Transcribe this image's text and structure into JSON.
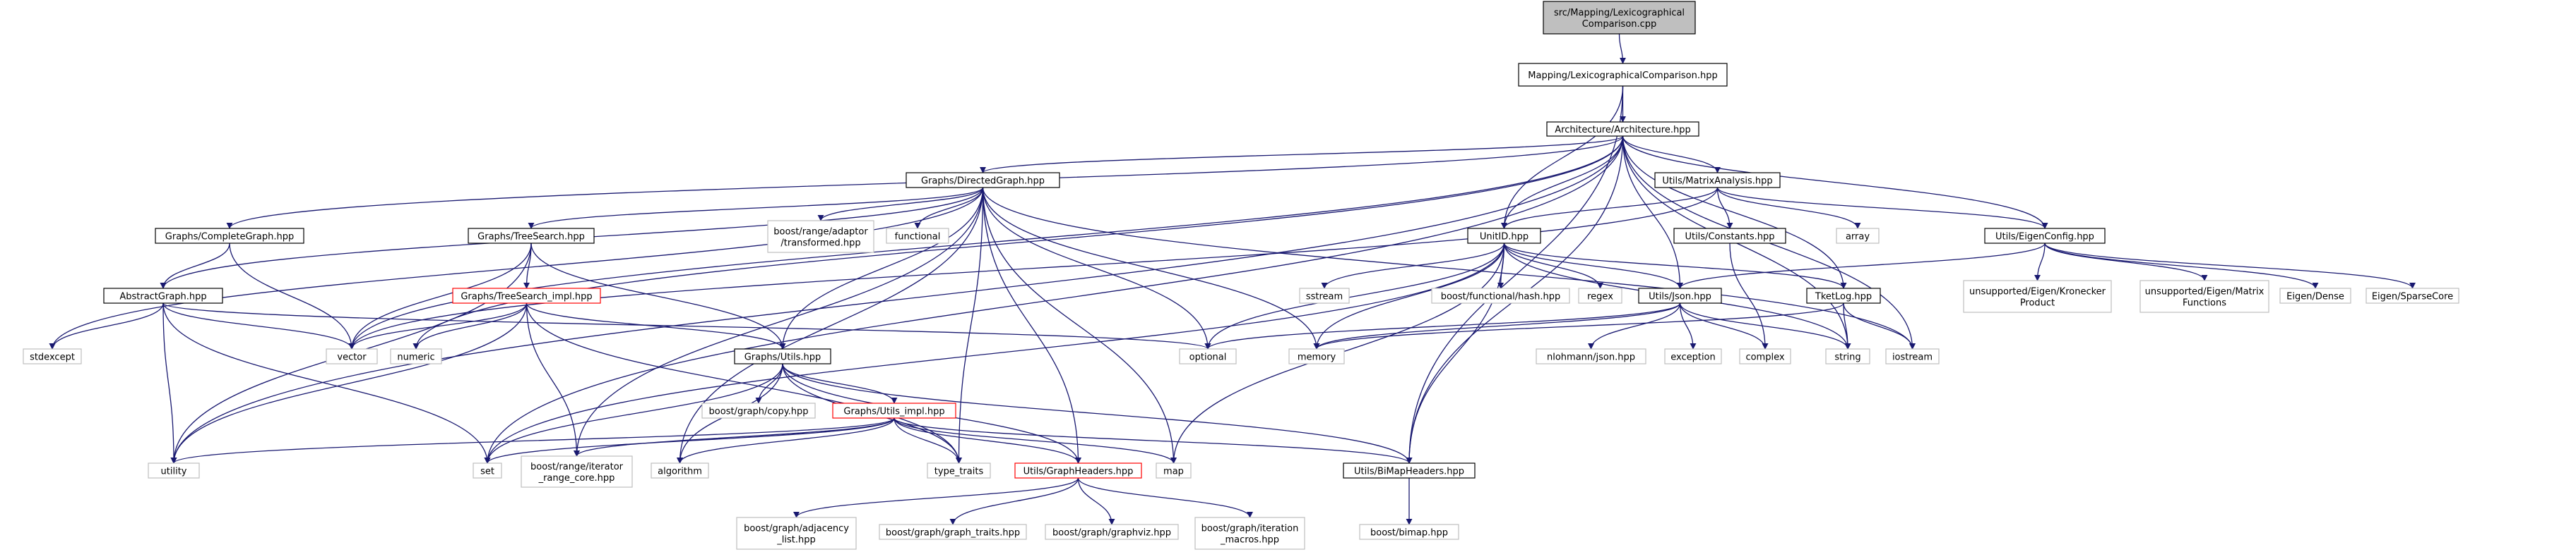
{
  "colors": {
    "root_fill": "#bfbfbf",
    "normal_fill": "#ffffff",
    "normal_border": "#000000",
    "unlinked_border": "#bfbfbf",
    "truncated_border": "#ff0000",
    "edge": "#191970"
  },
  "nodes": [
    {
      "id": "root",
      "style": "root",
      "lines": [
        "src/Mapping/Lexicographical",
        "Comparison.cpp"
      ]
    },
    {
      "id": "lexcmp",
      "style": "normal",
      "lines": [
        "Mapping/LexicographicalComparison.hpp"
      ]
    },
    {
      "id": "arch",
      "style": "normal",
      "lines": [
        "Architecture/Architecture.hpp"
      ]
    },
    {
      "id": "directed",
      "style": "normal",
      "lines": [
        "Graphs/DirectedGraph.hpp"
      ]
    },
    {
      "id": "matrix",
      "style": "normal",
      "lines": [
        "Utils/MatrixAnalysis.hpp"
      ]
    },
    {
      "id": "complete",
      "style": "normal",
      "lines": [
        "Graphs/CompleteGraph.hpp"
      ]
    },
    {
      "id": "treesearch",
      "style": "normal",
      "lines": [
        "Graphs/TreeSearch.hpp"
      ]
    },
    {
      "id": "rangeadaptor",
      "style": "unlinked",
      "lines": [
        "boost/range/adaptor",
        "/transformed.hpp"
      ]
    },
    {
      "id": "functional",
      "style": "unlinked",
      "lines": [
        "functional"
      ]
    },
    {
      "id": "unitid",
      "style": "normal",
      "lines": [
        "UnitID.hpp"
      ]
    },
    {
      "id": "constants",
      "style": "normal",
      "lines": [
        "Utils/Constants.hpp"
      ]
    },
    {
      "id": "array",
      "style": "unlinked",
      "lines": [
        "array"
      ]
    },
    {
      "id": "eigenconfig",
      "style": "normal",
      "lines": [
        "Utils/EigenConfig.hpp"
      ]
    },
    {
      "id": "abstract",
      "style": "normal",
      "lines": [
        "AbstractGraph.hpp"
      ]
    },
    {
      "id": "treesearchimpl",
      "style": "truncated",
      "lines": [
        "Graphs/TreeSearch_impl.hpp"
      ]
    },
    {
      "id": "sstream",
      "style": "unlinked",
      "lines": [
        "sstream"
      ]
    },
    {
      "id": "hash",
      "style": "unlinked",
      "lines": [
        "boost/functional/hash.hpp"
      ]
    },
    {
      "id": "regex",
      "style": "unlinked",
      "lines": [
        "regex"
      ]
    },
    {
      "id": "json",
      "style": "normal",
      "lines": [
        "Utils/Json.hpp"
      ]
    },
    {
      "id": "tketlog",
      "style": "normal",
      "lines": [
        "TketLog.hpp"
      ]
    },
    {
      "id": "kronecker",
      "style": "unlinked",
      "lines": [
        "unsupported/Eigen/Kronecker",
        "Product"
      ]
    },
    {
      "id": "matrixfn",
      "style": "unlinked",
      "lines": [
        "unsupported/Eigen/Matrix",
        "Functions"
      ]
    },
    {
      "id": "eigendense",
      "style": "unlinked",
      "lines": [
        "Eigen/Dense"
      ]
    },
    {
      "id": "eigensparse",
      "style": "unlinked",
      "lines": [
        "Eigen/SparseCore"
      ]
    },
    {
      "id": "stdexcept",
      "style": "unlinked",
      "lines": [
        "stdexcept"
      ]
    },
    {
      "id": "vector",
      "style": "unlinked",
      "lines": [
        "vector"
      ]
    },
    {
      "id": "numeric",
      "style": "unlinked",
      "lines": [
        "numeric"
      ]
    },
    {
      "id": "graphsutils",
      "style": "normal",
      "lines": [
        "Graphs/Utils.hpp"
      ]
    },
    {
      "id": "optional",
      "style": "unlinked",
      "lines": [
        "optional"
      ]
    },
    {
      "id": "memory",
      "style": "unlinked",
      "lines": [
        "memory"
      ]
    },
    {
      "id": "nlohmann",
      "style": "unlinked",
      "lines": [
        "nlohmann/json.hpp"
      ]
    },
    {
      "id": "exception",
      "style": "unlinked",
      "lines": [
        "exception"
      ]
    },
    {
      "id": "complex",
      "style": "unlinked",
      "lines": [
        "complex"
      ]
    },
    {
      "id": "string",
      "style": "unlinked",
      "lines": [
        "string"
      ]
    },
    {
      "id": "iostream",
      "style": "unlinked",
      "lines": [
        "iostream"
      ]
    },
    {
      "id": "graphcopy",
      "style": "unlinked",
      "lines": [
        "boost/graph/copy.hpp"
      ]
    },
    {
      "id": "utilsimpl",
      "style": "truncated",
      "lines": [
        "Graphs/Utils_impl.hpp"
      ]
    },
    {
      "id": "utility",
      "style": "unlinked",
      "lines": [
        "utility"
      ]
    },
    {
      "id": "set",
      "style": "unlinked",
      "lines": [
        "set"
      ]
    },
    {
      "id": "rangeiter",
      "style": "unlinked",
      "lines": [
        "boost/range/iterator",
        "_range_core.hpp"
      ]
    },
    {
      "id": "algorithm",
      "style": "unlinked",
      "lines": [
        "algorithm"
      ]
    },
    {
      "id": "typetraits",
      "style": "unlinked",
      "lines": [
        "type_traits"
      ]
    },
    {
      "id": "graphheaders",
      "style": "truncated",
      "lines": [
        "Utils/GraphHeaders.hpp"
      ]
    },
    {
      "id": "map",
      "style": "unlinked",
      "lines": [
        "map"
      ]
    },
    {
      "id": "bimapheaders",
      "style": "normal",
      "lines": [
        "Utils/BiMapHeaders.hpp"
      ]
    },
    {
      "id": "adjacency",
      "style": "unlinked",
      "lines": [
        "boost/graph/adjacency",
        "_list.hpp"
      ]
    },
    {
      "id": "graphtraits",
      "style": "unlinked",
      "lines": [
        "boost/graph/graph_traits.hpp"
      ]
    },
    {
      "id": "graphviz",
      "style": "unlinked",
      "lines": [
        "boost/graph/graphviz.hpp"
      ]
    },
    {
      "id": "iteration",
      "style": "unlinked",
      "lines": [
        "boost/graph/iteration",
        "_macros.hpp"
      ]
    },
    {
      "id": "bimap",
      "style": "unlinked",
      "lines": [
        "boost/bimap.hpp"
      ]
    }
  ],
  "edges": [
    [
      "root",
      "lexcmp"
    ],
    [
      "lexcmp",
      "arch"
    ],
    [
      "lexcmp",
      "unitid"
    ],
    [
      "lexcmp",
      "bimapheaders"
    ],
    [
      "arch",
      "directed"
    ],
    [
      "arch",
      "matrix"
    ],
    [
      "arch",
      "complete"
    ],
    [
      "arch",
      "unitid"
    ],
    [
      "arch",
      "eigenconfig"
    ],
    [
      "arch",
      "json"
    ],
    [
      "arch",
      "tketlog"
    ],
    [
      "arch",
      "vector"
    ],
    [
      "arch",
      "numeric"
    ],
    [
      "arch",
      "set"
    ],
    [
      "arch",
      "utility"
    ],
    [
      "arch",
      "string"
    ],
    [
      "arch",
      "iostream"
    ],
    [
      "arch",
      "bimapheaders"
    ],
    [
      "directed",
      "treesearch"
    ],
    [
      "directed",
      "rangeadaptor"
    ],
    [
      "directed",
      "functional"
    ],
    [
      "directed",
      "abstract"
    ],
    [
      "directed",
      "graphsutils"
    ],
    [
      "directed",
      "optional"
    ],
    [
      "directed",
      "memory"
    ],
    [
      "directed",
      "stdexcept"
    ],
    [
      "directed",
      "typetraits"
    ],
    [
      "directed",
      "graphheaders"
    ],
    [
      "directed",
      "map"
    ],
    [
      "directed",
      "algorithm"
    ],
    [
      "directed",
      "rangeiter"
    ],
    [
      "directed",
      "iostream"
    ],
    [
      "matrix",
      "unitid"
    ],
    [
      "matrix",
      "constants"
    ],
    [
      "matrix",
      "array"
    ],
    [
      "matrix",
      "eigenconfig"
    ],
    [
      "matrix",
      "vector"
    ],
    [
      "complete",
      "abstract"
    ],
    [
      "complete",
      "vector"
    ],
    [
      "treesearch",
      "treesearchimpl"
    ],
    [
      "treesearch",
      "graphsutils"
    ],
    [
      "treesearch",
      "vector"
    ],
    [
      "treesearch",
      "utility"
    ],
    [
      "unitid",
      "sstream"
    ],
    [
      "unitid",
      "hash"
    ],
    [
      "unitid",
      "regex"
    ],
    [
      "unitid",
      "json"
    ],
    [
      "unitid",
      "tketlog"
    ],
    [
      "unitid",
      "optional"
    ],
    [
      "unitid",
      "memory"
    ],
    [
      "unitid",
      "set"
    ],
    [
      "unitid",
      "map"
    ],
    [
      "unitid",
      "string"
    ],
    [
      "unitid",
      "bimapheaders"
    ],
    [
      "constants",
      "complex"
    ],
    [
      "eigenconfig",
      "json"
    ],
    [
      "eigenconfig",
      "kronecker"
    ],
    [
      "eigenconfig",
      "matrixfn"
    ],
    [
      "eigenconfig",
      "eigendense"
    ],
    [
      "eigenconfig",
      "eigensparse"
    ],
    [
      "abstract",
      "stdexcept"
    ],
    [
      "abstract",
      "vector"
    ],
    [
      "abstract",
      "optional"
    ],
    [
      "abstract",
      "utility"
    ],
    [
      "abstract",
      "set"
    ],
    [
      "treesearchimpl",
      "graphsutils"
    ],
    [
      "treesearchimpl",
      "vector"
    ],
    [
      "treesearchimpl",
      "numeric"
    ],
    [
      "treesearchimpl",
      "utility"
    ],
    [
      "treesearchimpl",
      "rangeiter"
    ],
    [
      "treesearchimpl",
      "typetraits"
    ],
    [
      "json",
      "optional"
    ],
    [
      "json",
      "nlohmann"
    ],
    [
      "json",
      "exception"
    ],
    [
      "json",
      "complex"
    ],
    [
      "json",
      "string"
    ],
    [
      "json",
      "memory"
    ],
    [
      "tketlog",
      "string"
    ],
    [
      "tketlog",
      "iostream"
    ],
    [
      "tketlog",
      "memory"
    ],
    [
      "graphsutils",
      "graphcopy"
    ],
    [
      "graphsutils",
      "utilsimpl"
    ],
    [
      "graphsutils",
      "set"
    ],
    [
      "graphsutils",
      "algorithm"
    ],
    [
      "graphsutils",
      "typetraits"
    ],
    [
      "graphsutils",
      "graphheaders"
    ],
    [
      "graphsutils",
      "bimapheaders"
    ],
    [
      "utilsimpl",
      "utility"
    ],
    [
      "utilsimpl",
      "set"
    ],
    [
      "utilsimpl",
      "rangeiter"
    ],
    [
      "utilsimpl",
      "algorithm"
    ],
    [
      "utilsimpl",
      "typetraits"
    ],
    [
      "utilsimpl",
      "graphheaders"
    ],
    [
      "utilsimpl",
      "map"
    ],
    [
      "utilsimpl",
      "bimapheaders"
    ],
    [
      "graphheaders",
      "adjacency"
    ],
    [
      "graphheaders",
      "graphtraits"
    ],
    [
      "graphheaders",
      "graphviz"
    ],
    [
      "graphheaders",
      "iteration"
    ],
    [
      "bimapheaders",
      "bimap"
    ]
  ]
}
